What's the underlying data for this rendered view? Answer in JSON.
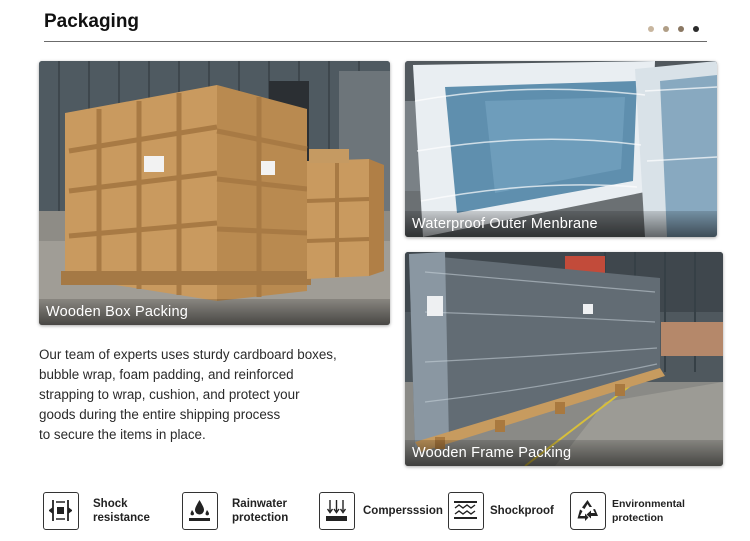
{
  "header": {
    "title": "Packaging",
    "pager": {
      "count": 4,
      "active": 4
    }
  },
  "photos": [
    {
      "caption": "Wooden Box Packing"
    },
    {
      "caption": "Waterproof Outer Menbrane"
    },
    {
      "caption": "Wooden Frame Packing"
    }
  ],
  "description": "Our team of experts uses sturdy cardboard boxes,\n bubble wrap, foam padding, and reinforced\nstrapping to wrap, cushion, and protect your\ngoods during the entire shipping process\n to secure the items in place.",
  "features": [
    {
      "icon": "shock-resistance-icon",
      "label": "Shock\nresistance"
    },
    {
      "icon": "rainwater-protection-icon",
      "label": "Rainwater\nprotection"
    },
    {
      "icon": "compression-icon",
      "label": "Compersssion"
    },
    {
      "icon": "shockproof-icon",
      "label": "Shockproof"
    },
    {
      "icon": "recycle-icon",
      "label": "Environmental\nprotection"
    }
  ],
  "colors": {
    "text": "#222222",
    "rule": "#6b6b6b",
    "wood": "#c89a5e",
    "accent_dot": "#c8b69f"
  }
}
